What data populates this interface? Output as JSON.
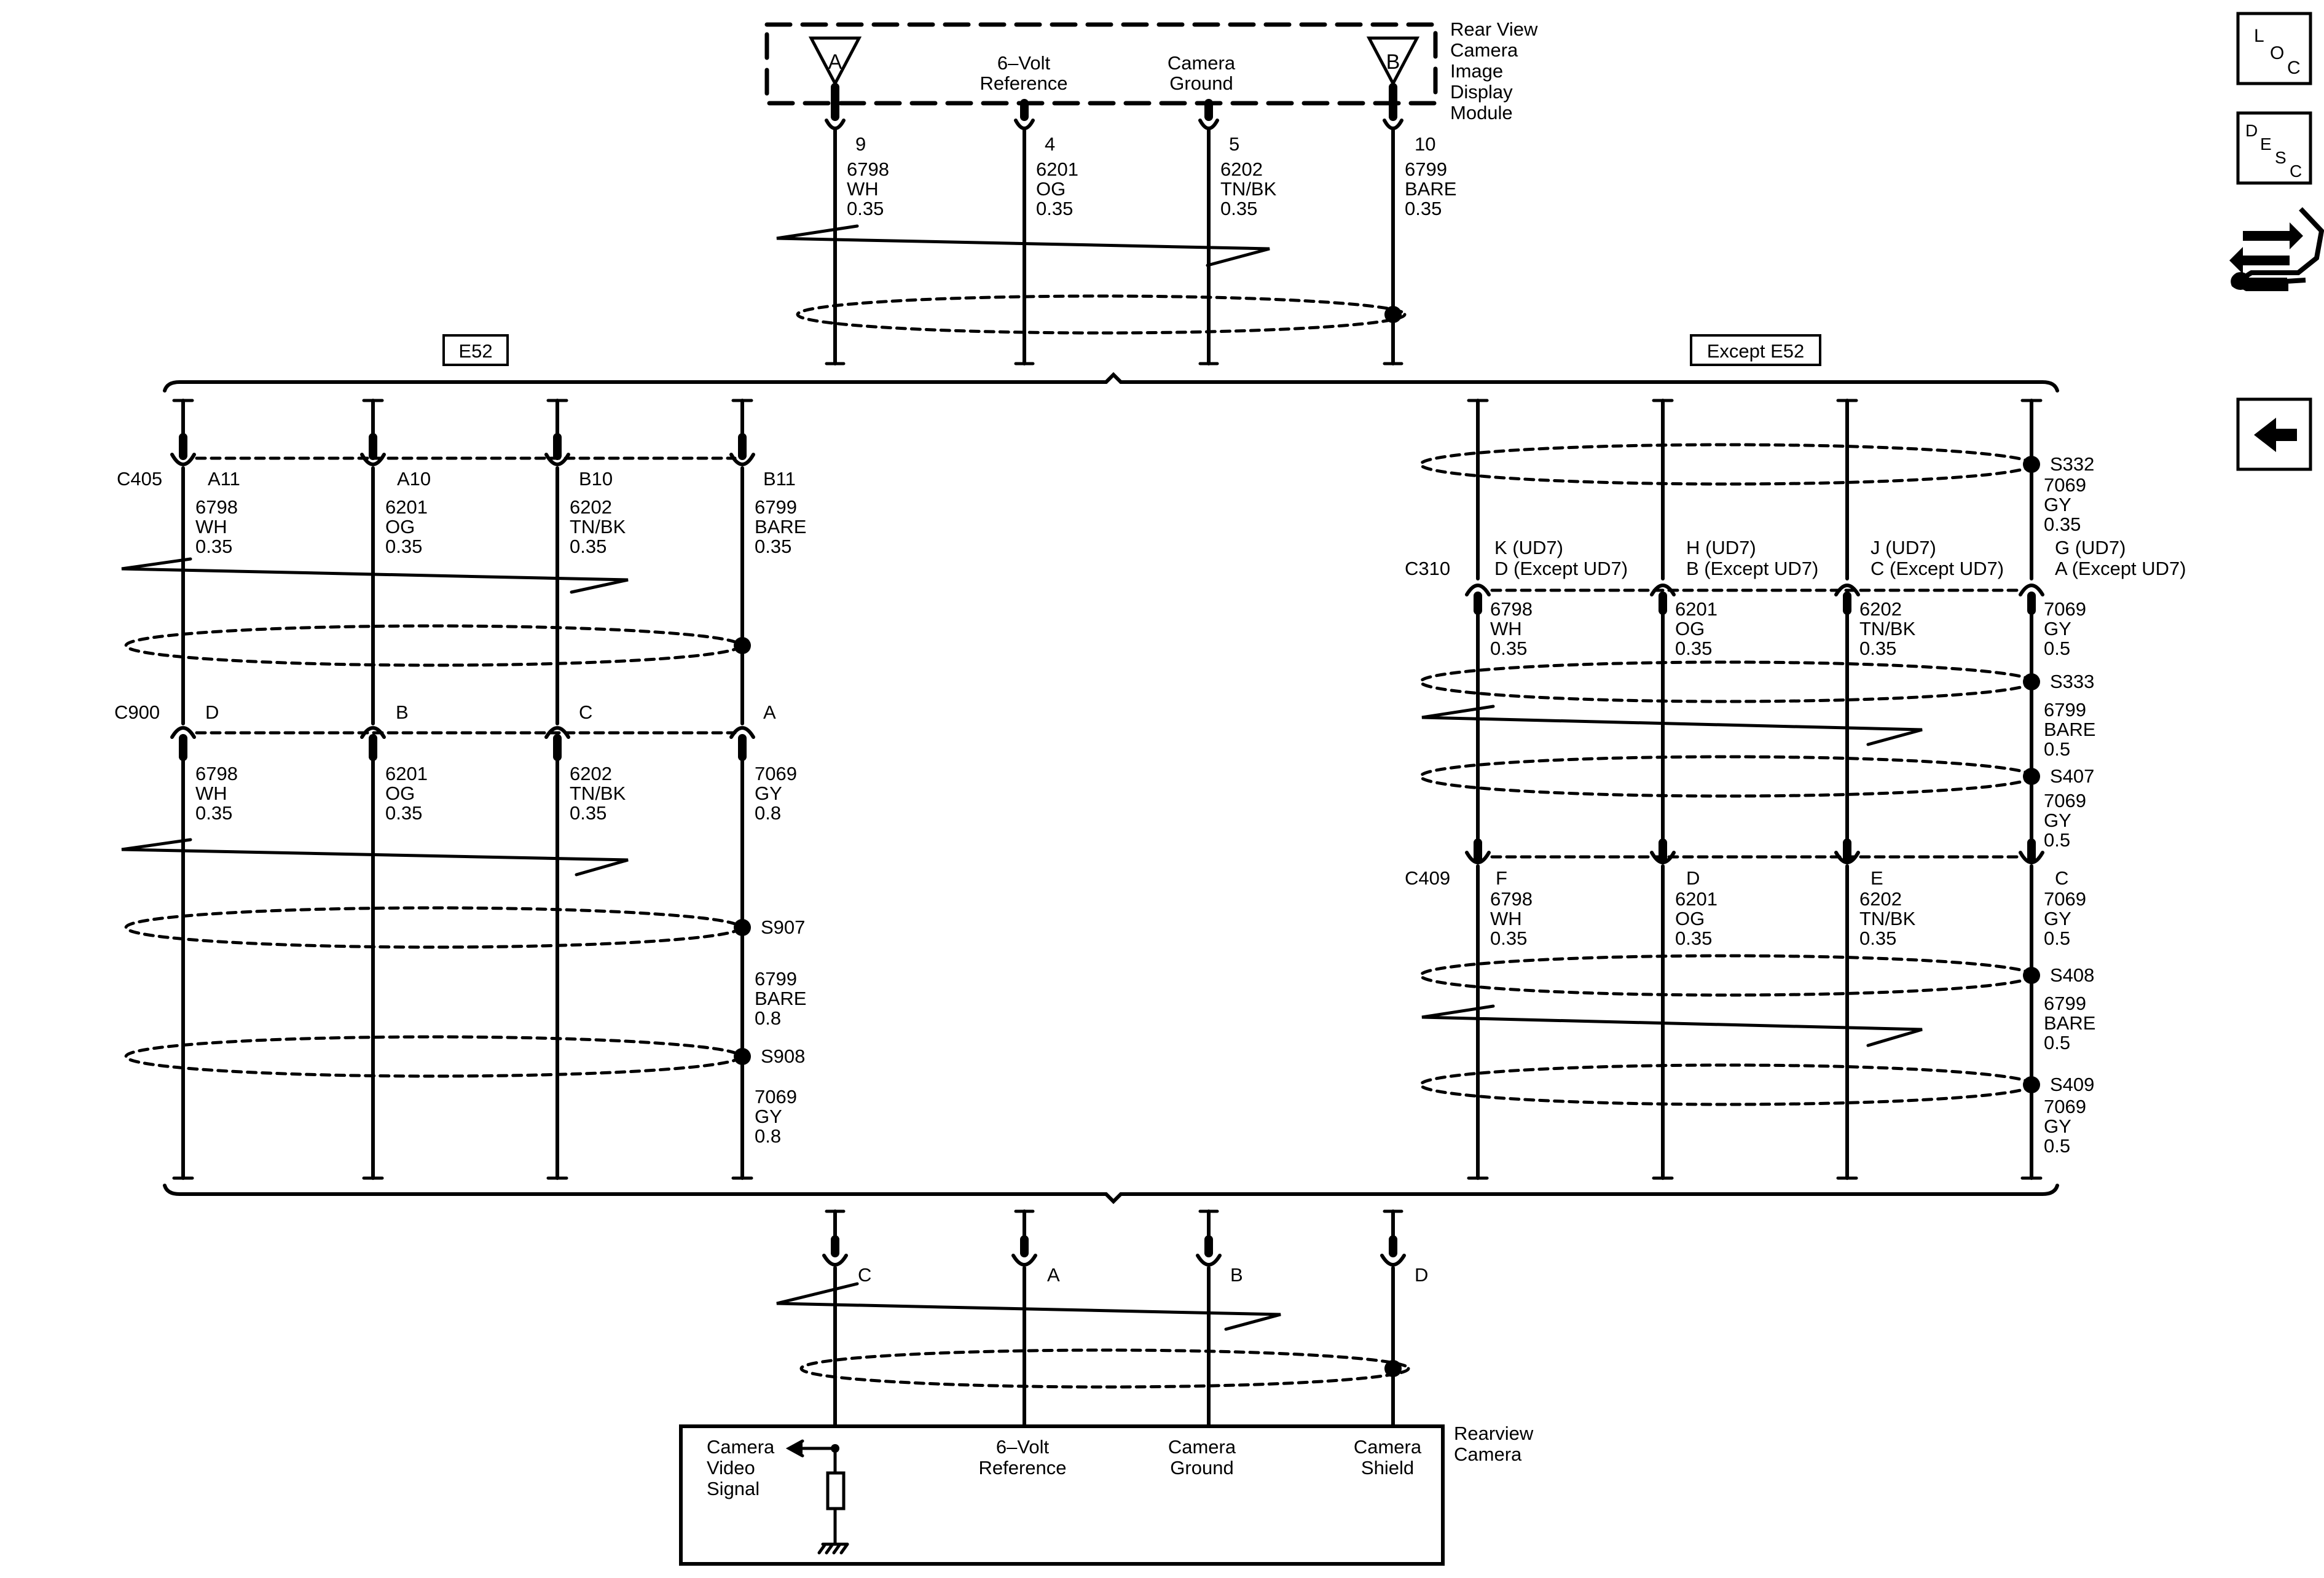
{
  "top_module": {
    "name_lines": [
      "Rear View",
      "Camera",
      "Image",
      "Display",
      "Module"
    ],
    "terminal_a": "A",
    "terminal_b": "B",
    "pin_labels": [
      {
        "id": "ref",
        "lines": [
          "6–Volt",
          "Reference"
        ]
      },
      {
        "id": "gnd",
        "lines": [
          "Camera",
          "Ground"
        ]
      }
    ],
    "wires": [
      {
        "pin": "9",
        "circuit": "6798",
        "color": "WH",
        "size": "0.35"
      },
      {
        "pin": "4",
        "circuit": "6201",
        "color": "OG",
        "size": "0.35"
      },
      {
        "pin": "5",
        "circuit": "6202",
        "color": "TN/BK",
        "size": "0.35"
      },
      {
        "pin": "10",
        "circuit": "6799",
        "color": "BARE",
        "size": "0.35"
      }
    ]
  },
  "options": {
    "left": "E52",
    "right": "Except E52"
  },
  "left": {
    "connector_1": {
      "name": "C405",
      "pins": [
        "A11",
        "A10",
        "B10",
        "B11"
      ],
      "wires": [
        {
          "circuit": "6798",
          "color": "WH",
          "size": "0.35"
        },
        {
          "circuit": "6201",
          "color": "OG",
          "size": "0.35"
        },
        {
          "circuit": "6202",
          "color": "TN/BK",
          "size": "0.35"
        },
        {
          "circuit": "6799",
          "color": "BARE",
          "size": "0.35"
        }
      ]
    },
    "connector_2": {
      "name": "C900",
      "pins": [
        "D",
        "B",
        "C",
        "A"
      ],
      "wires": [
        {
          "circuit": "6798",
          "color": "WH",
          "size": "0.35"
        },
        {
          "circuit": "6201",
          "color": "OG",
          "size": "0.35"
        },
        {
          "circuit": "6202",
          "color": "TN/BK",
          "size": "0.35"
        },
        {
          "circuit": "7069",
          "color": "GY",
          "size": "0.8"
        }
      ]
    },
    "splices": [
      "S907",
      "S908"
    ],
    "drain_wires": [
      {
        "circuit": "6799",
        "color": "BARE",
        "size": "0.8"
      },
      {
        "circuit": "7069",
        "color": "GY",
        "size": "0.8"
      }
    ]
  },
  "right": {
    "splices": [
      "S332",
      "S333",
      "S407",
      "S408",
      "S409"
    ],
    "drain_top": {
      "circuit": "7069",
      "color": "GY",
      "size": "0.35"
    },
    "connector_1": {
      "name": "C310",
      "pins": [
        [
          "K (UD7)",
          "D (Except UD7)"
        ],
        [
          "H (UD7)",
          "B (Except UD7)"
        ],
        [
          "J (UD7)",
          "C (Except UD7)"
        ],
        [
          "G (UD7)",
          "A (Except UD7)"
        ]
      ],
      "wires": [
        {
          "circuit": "6798",
          "color": "WH",
          "size": "0.35"
        },
        {
          "circuit": "6201",
          "color": "OG",
          "size": "0.35"
        },
        {
          "circuit": "6202",
          "color": "TN/BK",
          "size": "0.35"
        },
        {
          "circuit": "7069",
          "color": "GY",
          "size": "0.5"
        }
      ]
    },
    "drain_mid": [
      {
        "circuit": "6799",
        "color": "BARE",
        "size": "0.5"
      },
      {
        "circuit": "7069",
        "color": "GY",
        "size": "0.5"
      }
    ],
    "connector_2": {
      "name": "C409",
      "pins": [
        "F",
        "D",
        "E",
        "C"
      ],
      "wires": [
        {
          "circuit": "6798",
          "color": "WH",
          "size": "0.35"
        },
        {
          "circuit": "6201",
          "color": "OG",
          "size": "0.35"
        },
        {
          "circuit": "6202",
          "color": "TN/BK",
          "size": "0.35"
        },
        {
          "circuit": "7069",
          "color": "GY",
          "size": "0.5"
        }
      ]
    },
    "drain_bottom": [
      {
        "circuit": "6799",
        "color": "BARE",
        "size": "0.5"
      },
      {
        "circuit": "7069",
        "color": "GY",
        "size": "0.5"
      }
    ]
  },
  "bottom_connector": {
    "pins": [
      "C",
      "A",
      "B",
      "D"
    ]
  },
  "camera": {
    "name_lines": [
      "Rearview",
      "Camera"
    ],
    "pin_labels": [
      {
        "id": "video",
        "lines": [
          "Camera",
          "Video",
          "Signal"
        ]
      },
      {
        "id": "ref",
        "lines": [
          "6–Volt",
          "Reference"
        ]
      },
      {
        "id": "gnd",
        "lines": [
          "Camera",
          "Ground"
        ]
      },
      {
        "id": "shield",
        "lines": [
          "Camera",
          "Shield"
        ]
      }
    ]
  },
  "nav_buttons": {
    "loc": [
      "L",
      "O",
      "C"
    ],
    "desc": [
      "D",
      "E",
      "S",
      "C"
    ],
    "connector_icon": "connector-tool-icon",
    "back_icon": "back-arrow-icon"
  }
}
